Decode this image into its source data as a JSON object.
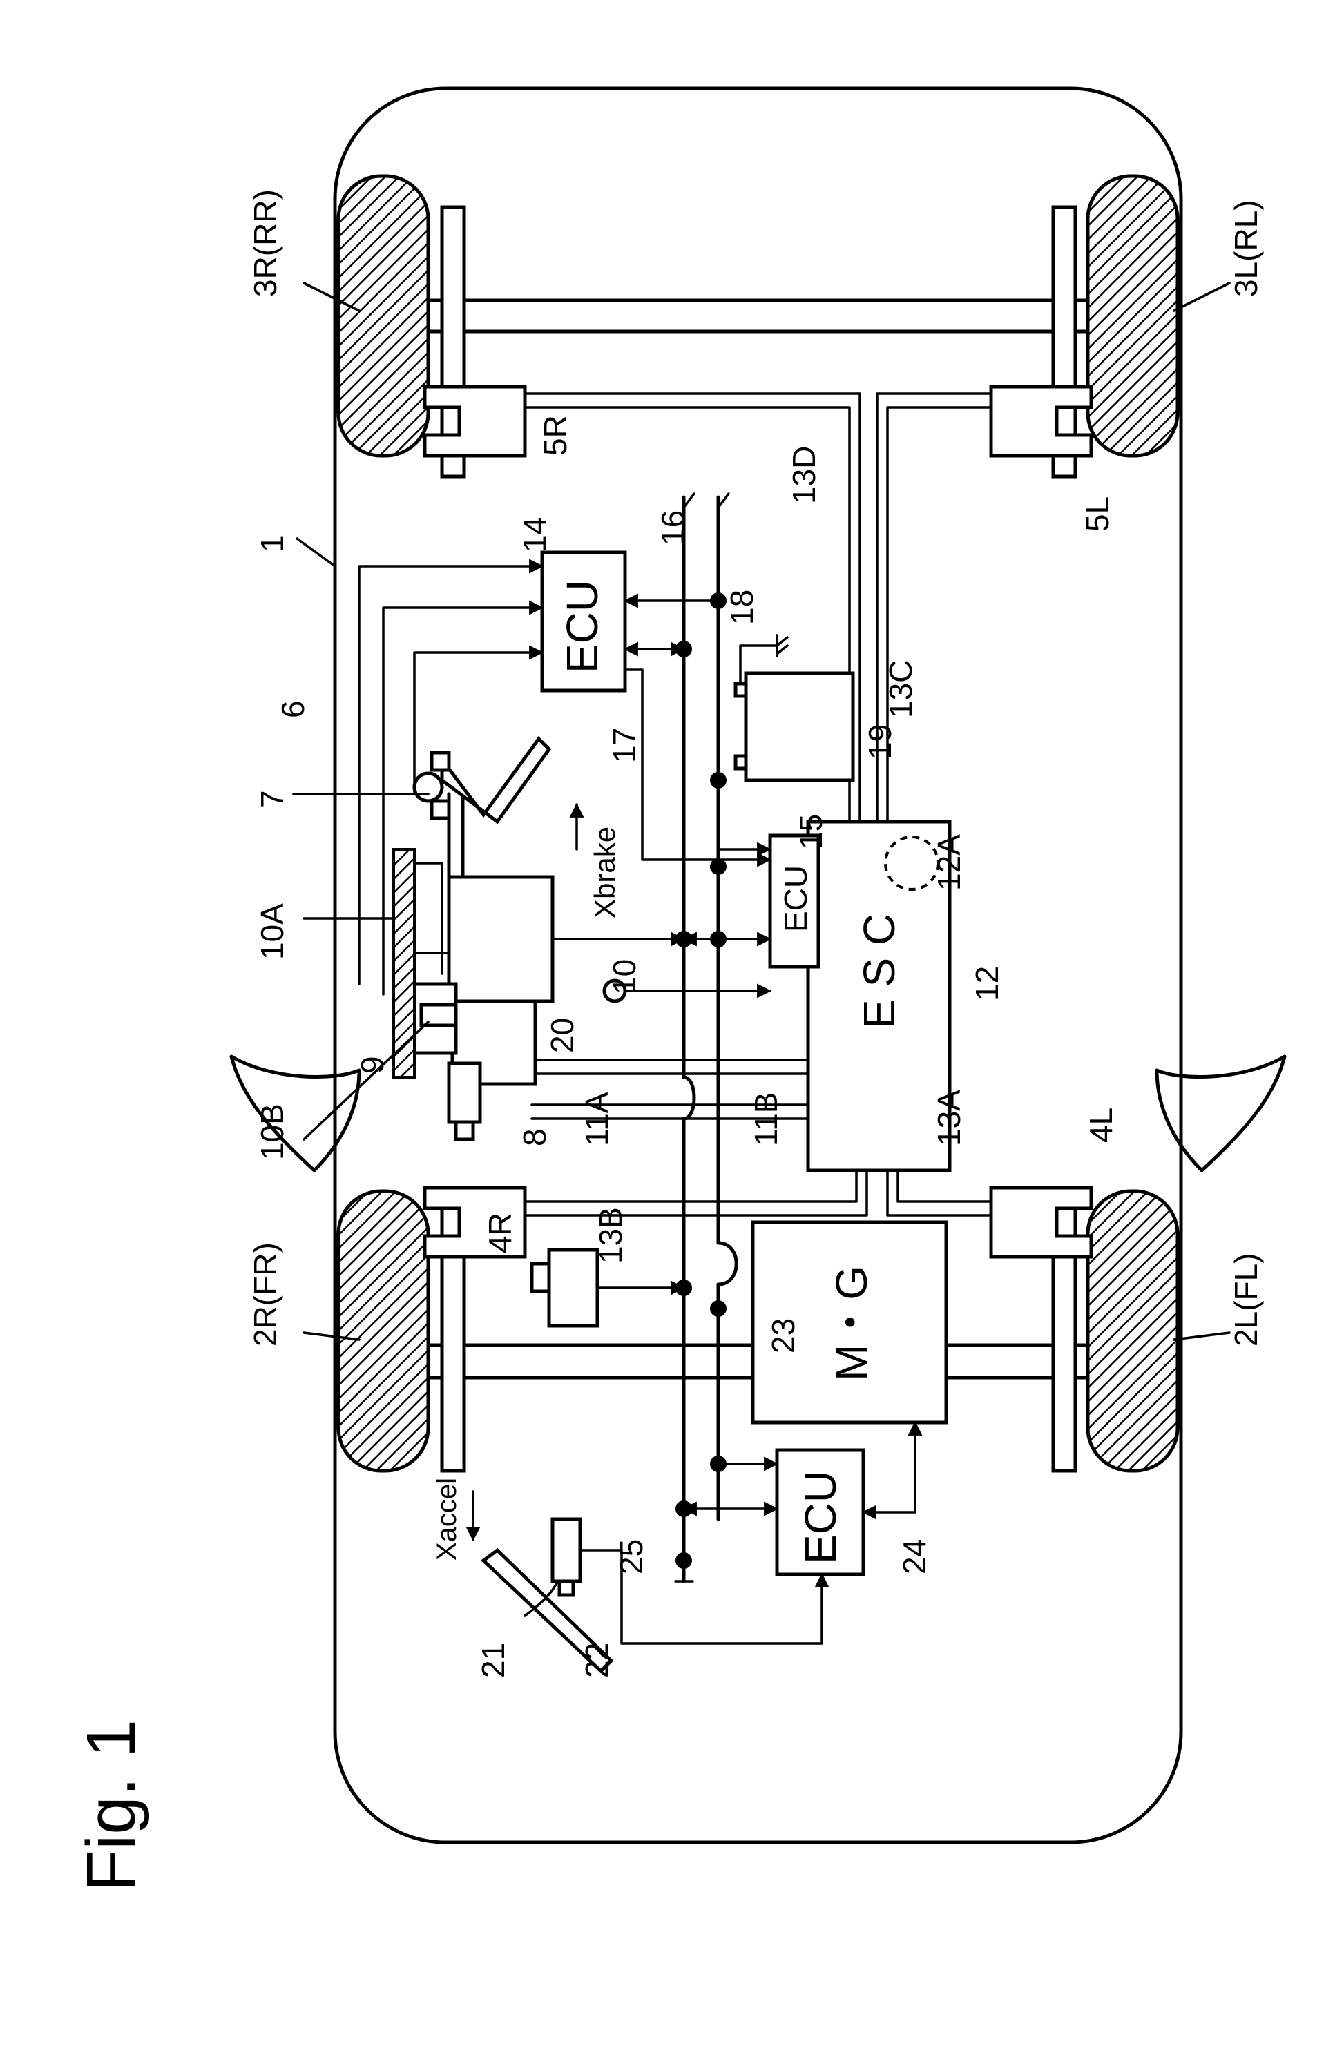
{
  "figure": {
    "title": "Fig. 1"
  },
  "blocks": {
    "esc": "E S C",
    "mg": "M・G",
    "ecu_brake": "ECU",
    "ecu_esc": "ECU",
    "ecu_mg": "ECU"
  },
  "arrows": {
    "brake": "Xbrake",
    "accel": "Xaccel"
  },
  "labels": {
    "body": "1",
    "wheel_fr": "2R(FR)",
    "wheel_fl": "2L(FL)",
    "wheel_rr": "3R(RR)",
    "wheel_rl": "3L(RL)",
    "caliper_fr": "4R",
    "caliper_fl": "4L",
    "caliper_rr": "5R",
    "caliper_rl": "5L",
    "brake_pedal": "6",
    "pedal_sensor": "7",
    "master_cylinder": "8",
    "reservoir": "9",
    "booster": "10",
    "booster_10a": "10A",
    "booster_10b": "10B",
    "line_11a": "11A",
    "line_11b": "11B",
    "esc_unit": "12",
    "esc_pump": "12A",
    "line_13a": "13A",
    "line_13b": "13B",
    "line_13c": "13C",
    "line_13d": "13D",
    "ecu_14": "14",
    "ecu_15": "15",
    "bus_16": "16",
    "bus_17": "17",
    "bus_18": "18",
    "battery": "19",
    "sensor_20": "20",
    "accel_pedal": "21",
    "accel_sensor": "22",
    "motor_generator": "23",
    "ecu_24": "24",
    "sensor_25": "25"
  }
}
